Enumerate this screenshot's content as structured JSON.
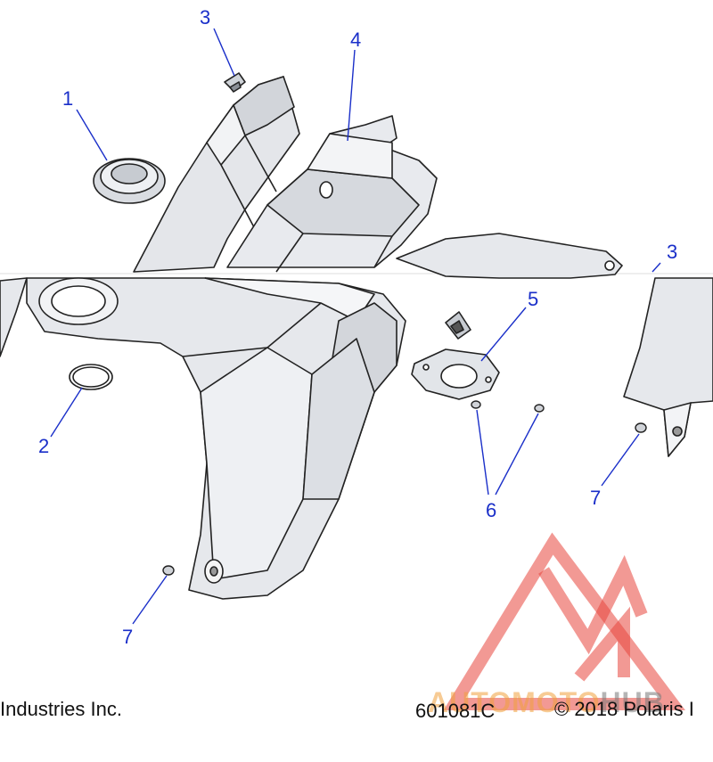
{
  "diagram": {
    "callouts": [
      "1",
      "2",
      "3",
      "3",
      "4",
      "5",
      "6",
      "7",
      "7"
    ],
    "footer_left": "Industries Inc.",
    "footer_code": "601081C",
    "footer_right": "© 2018 Polaris I",
    "watermark_part1": "AUTOMOTO",
    "watermark_part2": "HUB",
    "watermark_color": "#e8453c",
    "callout_color": "#1a2fc9"
  }
}
